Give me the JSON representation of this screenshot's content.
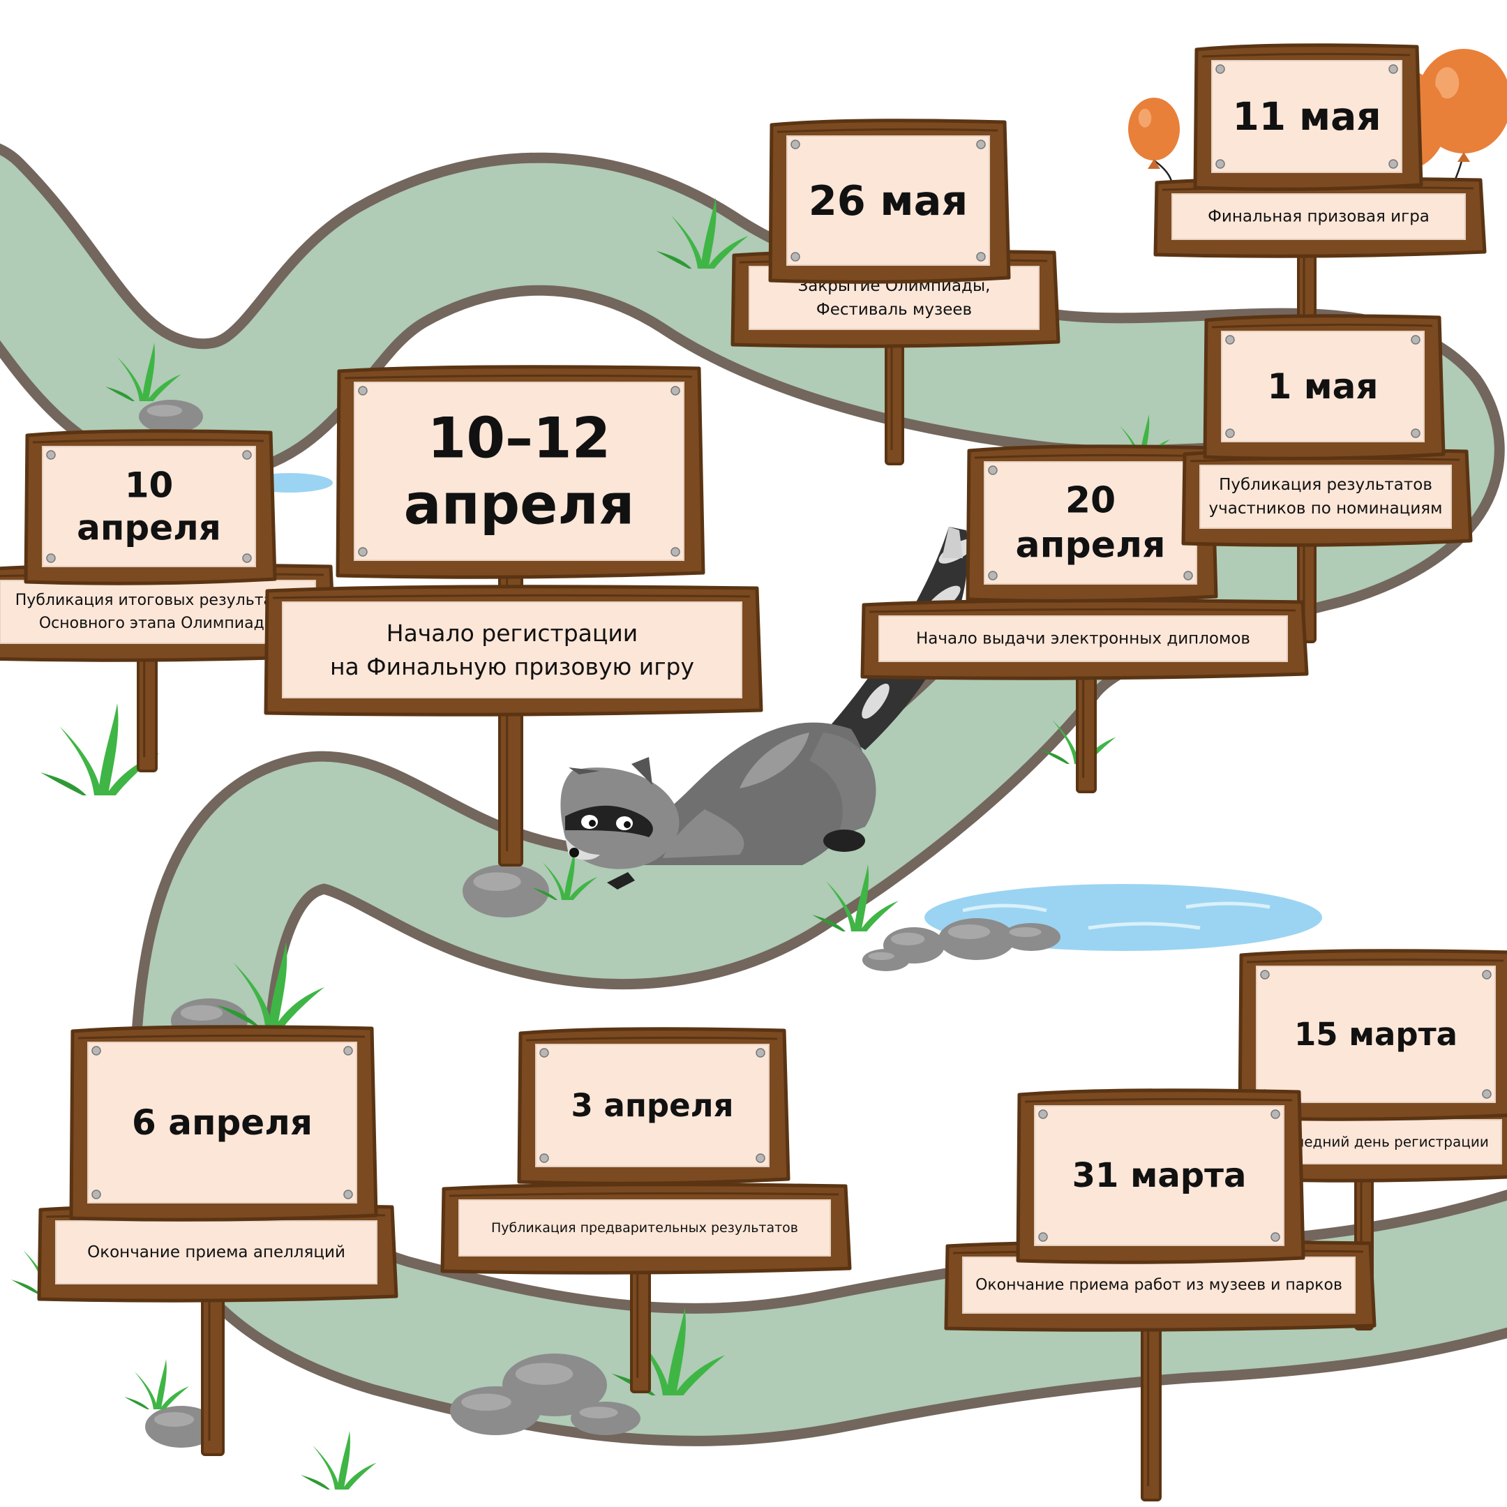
{
  "colors": {
    "path_fill": "#b0cbb6",
    "path_border": "#73665d",
    "wood": "#7b4a21",
    "wood_dark": "#5a3413",
    "plaque": "#fbe6d8",
    "grass": "#3fb545",
    "stone": "#8c8c8c",
    "water": "#9bd4f2",
    "balloon": "#e8803a"
  },
  "milestones": [
    {
      "id": "mar15",
      "date_lines": [
        "15 марта"
      ],
      "caption_lines": [
        "Последний день регистрации"
      ]
    },
    {
      "id": "mar31",
      "date_lines": [
        "31 марта"
      ],
      "caption_lines": [
        "Окончание приема работ из музеев и парков"
      ]
    },
    {
      "id": "apr3",
      "date_lines": [
        "3 апреля"
      ],
      "caption_lines": [
        "Публикация предварительных результатов"
      ]
    },
    {
      "id": "apr6",
      "date_lines": [
        "6 апреля"
      ],
      "caption_lines": [
        "Окончание приема апелляций"
      ]
    },
    {
      "id": "apr10",
      "date_lines": [
        "10",
        "апреля"
      ],
      "caption_lines": [
        "Публикация итоговых результатов",
        "Основного этапа Олимпиады"
      ]
    },
    {
      "id": "apr10_12",
      "date_lines": [
        "10–12",
        "апреля"
      ],
      "caption_lines": [
        "Начало регистрации",
        "на Финальную призовую игру"
      ]
    },
    {
      "id": "apr20",
      "date_lines": [
        "20",
        "апреля"
      ],
      "caption_lines": [
        "Начало выдачи электронных дипломов"
      ]
    },
    {
      "id": "may1",
      "date_lines": [
        "1 мая"
      ],
      "caption_lines": [
        "Публикация результатов",
        "участников по номинациям"
      ]
    },
    {
      "id": "may11",
      "date_lines": [
        "11 мая"
      ],
      "caption_lines": [
        "Финальная призовая игра"
      ]
    },
    {
      "id": "may26",
      "date_lines": [
        "26 мая"
      ],
      "caption_lines": [
        "Закрытие Олимпиады,",
        "Фестиваль музеев"
      ]
    }
  ]
}
